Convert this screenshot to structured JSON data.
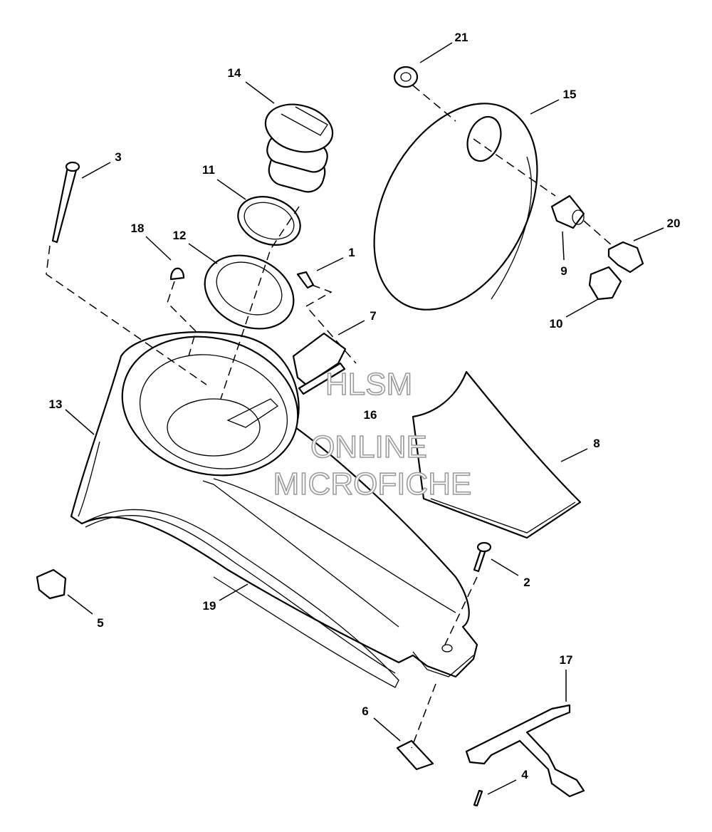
{
  "parts": {
    "p1": "1",
    "p2": "2",
    "p3": "3",
    "p4": "4",
    "p5": "5",
    "p6": "6",
    "p7": "7",
    "p8": "8",
    "p9": "9",
    "p10": "10",
    "p11": "11",
    "p12": "12",
    "p13": "13",
    "p14": "14",
    "p15": "15",
    "p16": "16",
    "p17": "17",
    "p18": "18",
    "p19": "19",
    "p20": "20",
    "p21": "21"
  },
  "watermark": {
    "line1": "HLSM",
    "line2": "ONLINE",
    "line3": "MICROFICHE"
  }
}
